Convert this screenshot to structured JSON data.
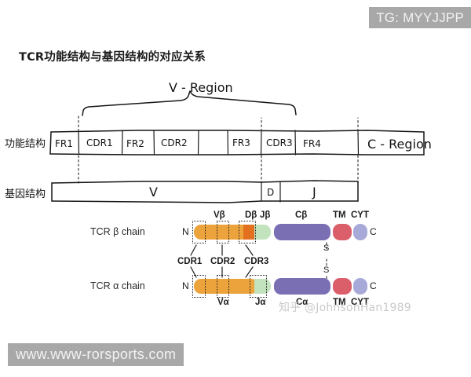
{
  "watermarks": {
    "tg": "TG: MYYJJPP",
    "url": "www.www-rorsports.com",
    "zhihu": "知乎 @JohnsonHan1989"
  },
  "title": "TCR功能结构与基因结构的对应关系",
  "schematic": {
    "v_region_label": "V - Region",
    "row_labels": {
      "functional": "功能结构",
      "genetic": "基因结构"
    },
    "functional_segments": [
      {
        "label": "FR1"
      },
      {
        "label": "CDR1"
      },
      {
        "label": "FR2"
      },
      {
        "label": "CDR2"
      },
      {
        "label": "FR3"
      },
      {
        "label": "CDR3"
      },
      {
        "label": "FR4"
      },
      {
        "label": "C - Region"
      }
    ],
    "genetic_segments": [
      {
        "label": "V"
      },
      {
        "label": "D"
      },
      {
        "label": "J"
      }
    ]
  },
  "chains": {
    "beta": {
      "name": "TCR β chain",
      "n_terminus": "N",
      "c_terminus": "C",
      "disulfide": "S",
      "segments_above": [
        "Vβ",
        "Dβ",
        "Jβ",
        "Cβ",
        "TM",
        "CYT"
      ],
      "v_label": "Vβ",
      "d_label": "Dβ",
      "j_label": "Jβ",
      "c_label": "Cβ",
      "tm_label": "TM",
      "cyt_label": "CYT"
    },
    "alpha": {
      "name": "TCR α chain",
      "n_terminus": "N",
      "c_terminus": "C",
      "disulfide": "S",
      "cdr_labels": [
        "CDR1",
        "CDR2",
        "CDR3"
      ],
      "cdr1_label": "CDR1",
      "cdr2_label": "CDR2",
      "cdr3_label": "CDR3",
      "v_label": "Vα",
      "j_label": "Jα",
      "c_label": "Cα",
      "tm_label": "TM",
      "cyt_label": "CYT"
    }
  },
  "colors": {
    "variable_orange": "#eda33c",
    "d_segment_orange": "#e2701f",
    "j_segment_green": "#c2e3bd",
    "constant_purple": "#7b6fb4",
    "tm_red": "#db5f6b",
    "cyt_blue": "#a7a9d8",
    "watermark_band": "#a8a8a8",
    "ink": "#141414"
  }
}
